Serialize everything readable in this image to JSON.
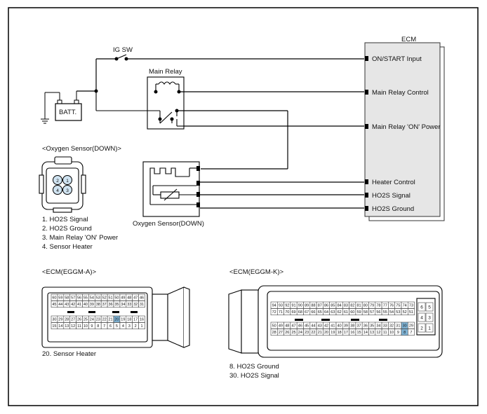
{
  "labels": {
    "ig_sw": "IG SW",
    "ecm": "ECM",
    "main_relay": "Main Relay",
    "batt": "BATT.",
    "on_start_input": "ON/START Input",
    "main_relay_control": "Main Relay Control",
    "main_relay_on_power": "Main Relay 'ON' Power",
    "heater_control": "Heater Control",
    "ho2s_signal": "HO2S  Signal",
    "ho2s_ground": "HO2S  Ground",
    "oxygen_sensor_title": "<Oxygen Sensor(DOWN)>",
    "oxygen_sensor_label": "Oxygen Sensor(DOWN)",
    "ecm_a_title": "<ECM(EGGM-A)>",
    "ecm_k_title": "<ECM(EGGM-K)>"
  },
  "sensor_pins": [
    "2",
    "1",
    "4",
    "3"
  ],
  "sensor_legend": [
    "1. HO2S Signal",
    "2. HO2S Ground",
    "3. Main Relay 'ON' Power",
    "4. Sensor Heater"
  ],
  "ecm_a_rows": [
    [
      "60",
      "59",
      "58",
      "57",
      "56",
      "55",
      "54",
      "53",
      "52",
      "51",
      "50",
      "49",
      "48",
      "47",
      "46"
    ],
    [
      "45",
      "44",
      "43",
      "42",
      "41",
      "40",
      "39",
      "38",
      "37",
      "36",
      "35",
      "34",
      "33",
      "32",
      "31"
    ],
    [
      "30",
      "29",
      "28",
      "27",
      "26",
      "25",
      "24",
      "23",
      "22",
      "21",
      "20",
      "19",
      "18",
      "17",
      "16"
    ],
    [
      "15",
      "14",
      "13",
      "12",
      "11",
      "10",
      "9",
      "8",
      "7",
      "6",
      "5",
      "4",
      "3",
      "2",
      "1"
    ]
  ],
  "ecm_a_highlight": "20",
  "ecm_a_legend": [
    "20. Sensor Heater"
  ],
  "ecm_k_rows": [
    [
      "94",
      "93",
      "92",
      "91",
      "90",
      "89",
      "88",
      "87",
      "86",
      "85",
      "84",
      "83",
      "82",
      "81",
      "80",
      "79",
      "78",
      "77",
      "76",
      "75",
      "74",
      "73"
    ],
    [
      "72",
      "71",
      "70",
      "69",
      "68",
      "67",
      "66",
      "65",
      "64",
      "63",
      "62",
      "61",
      "60",
      "59",
      "58",
      "57",
      "56",
      "55",
      "54",
      "53",
      "52",
      "51"
    ],
    [
      "50",
      "49",
      "48",
      "47",
      "46",
      "45",
      "44",
      "43",
      "42",
      "41",
      "40",
      "39",
      "38",
      "37",
      "36",
      "35",
      "34",
      "33",
      "32",
      "31",
      "30",
      "29"
    ],
    [
      "28",
      "27",
      "26",
      "25",
      "24",
      "23",
      "22",
      "21",
      "20",
      "19",
      "18",
      "17",
      "16",
      "15",
      "14",
      "13",
      "12",
      "11",
      "10",
      "9",
      "8",
      "7"
    ]
  ],
  "ecm_k_side": [
    [
      "6",
      "5"
    ],
    [
      "4",
      "3"
    ],
    [
      "2",
      "1"
    ]
  ],
  "ecm_k_highlight": [
    "30",
    "8"
  ],
  "ecm_k_legend": [
    "8. HO2S Ground",
    "30. HO2S Signal"
  ]
}
